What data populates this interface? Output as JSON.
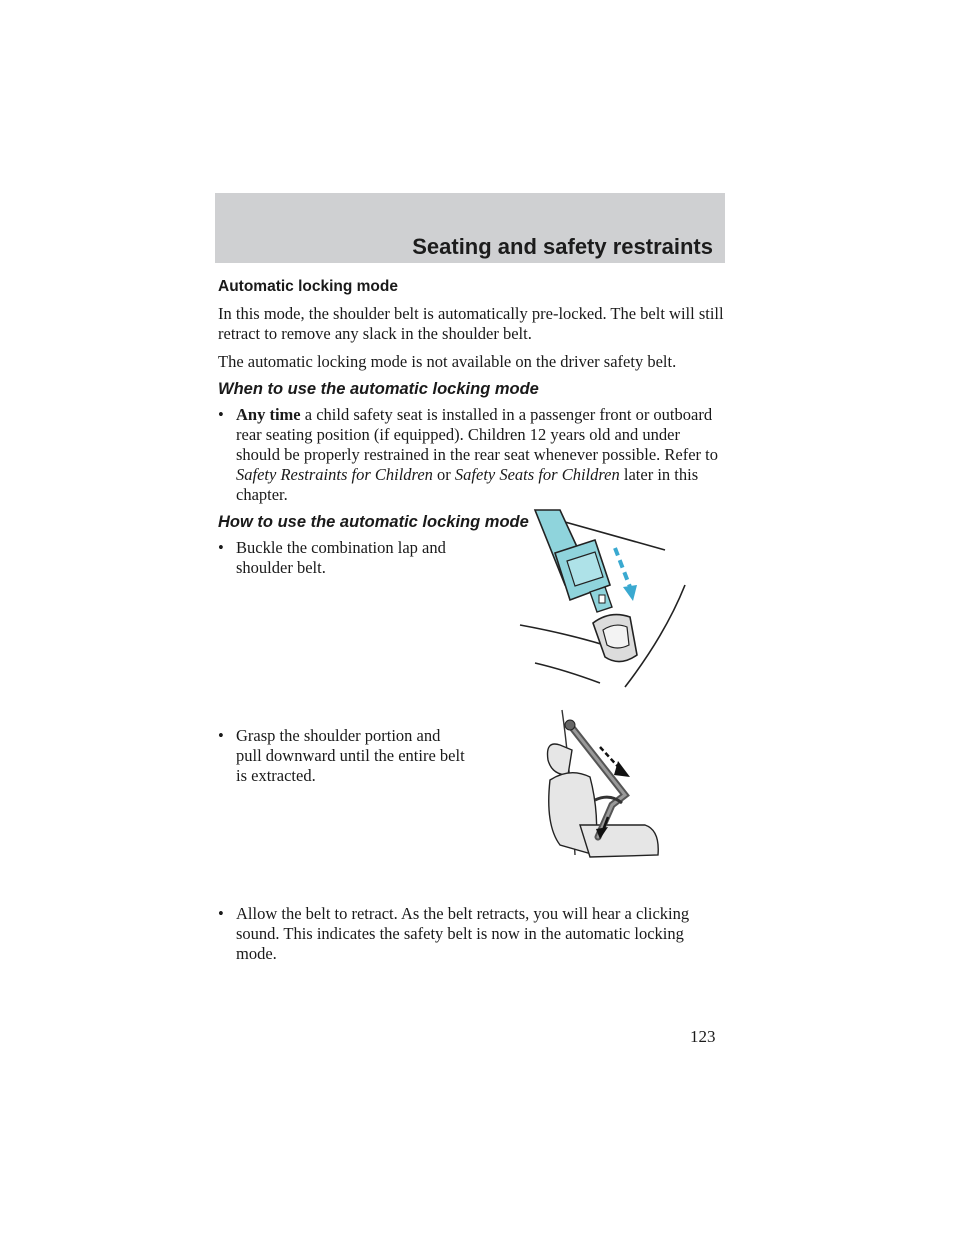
{
  "header": {
    "title": "Seating and safety restraints"
  },
  "sections": {
    "automatic_heading": "Automatic locking mode",
    "para1": "In this mode, the shoulder belt is automatically pre-locked. The belt will still retract to remove any slack in the shoulder belt.",
    "para2": "The automatic locking mode is not available on the driver safety belt.",
    "when_heading": "When to use the automatic locking mode",
    "when_bullet": {
      "bullet": "•",
      "bold": "Any time",
      "text1": "a child safety seat is installed in a passenger front or outboard rear seating position (if equipped). Children 12 years old and under should be properly restrained in the rear seat whenever possible. Refer to",
      "italic1": "Safety Restraints for Children",
      "or": "or",
      "italic2": "Safety Seats for Children",
      "text2": "later in this chapter."
    },
    "how_heading": "How to use the automatic locking mode",
    "steps": [
      {
        "bullet": "•",
        "text": "Buckle the combination lap and shoulder belt."
      },
      {
        "bullet": "•",
        "text": "Grasp the shoulder portion and pull downward until the entire belt is extracted."
      },
      {
        "bullet": "•",
        "text": "Allow the belt to retract. As the belt retracts, you will hear a clicking sound. This indicates the safety belt is now in the automatic locking mode."
      }
    ]
  },
  "figures": {
    "buckle": {
      "icon": "seatbelt-buckle-illustration",
      "belt_color": "#8fd4dc",
      "arrow_color": "#3aa9d0"
    },
    "seat": {
      "icon": "seat-belt-pull-illustration"
    }
  },
  "page_number": "123"
}
